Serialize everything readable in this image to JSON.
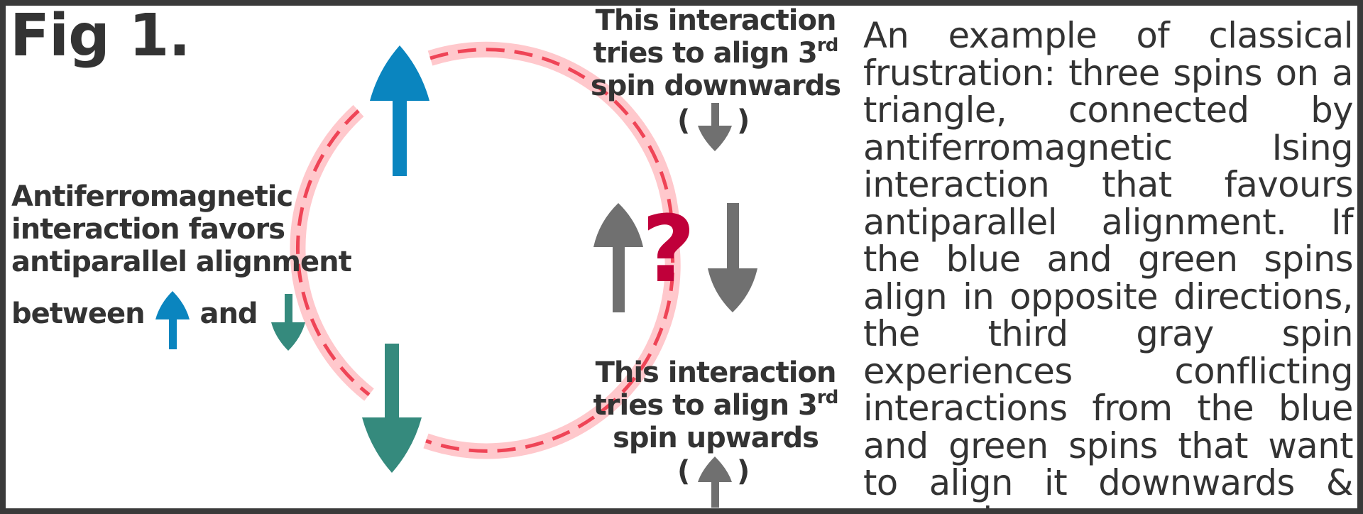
{
  "figure_label": "Fig 1.",
  "left_label": {
    "line1": "Antiferromagnetic",
    "line2": "interaction favors",
    "line3": "antiparallel alignment",
    "line4_before": "between",
    "line4_after": "and"
  },
  "top_label": {
    "line1": "This interaction",
    "line2": "tries to align 3",
    "line2_sup": "rd",
    "line3": "spin downwards",
    "paren_open": "(",
    "paren_close": ")"
  },
  "bottom_label": {
    "line1": "This interaction",
    "line2": "tries to align 3",
    "line2_sup": "rd",
    "line3": "spin upwards",
    "paren_open": "(",
    "paren_close": ")"
  },
  "question_mark": "?",
  "description": "An example of classical frustration: three spins on a triangle, connected by antiferromagnetic Ising interaction that favours antiparallel alignment. If the blue and green spins align in opposite directions, the third gray spin experiences conflicting interactions from the blue and green spins that want to align it downwards & upwards",
  "colors": {
    "blue_spin": "#0a85bf",
    "green_spin": "#358a7d",
    "gray_spin": "#707070",
    "ring": "#ffc8cc",
    "dashes": "#ef4456",
    "question": "#c0003a",
    "frame": "#3a3a3a"
  },
  "icons": {
    "blue_spin": "up-arrow",
    "green_spin": "down-arrow",
    "gray_spin_up": "up-arrow",
    "gray_spin_down": "down-arrow"
  }
}
